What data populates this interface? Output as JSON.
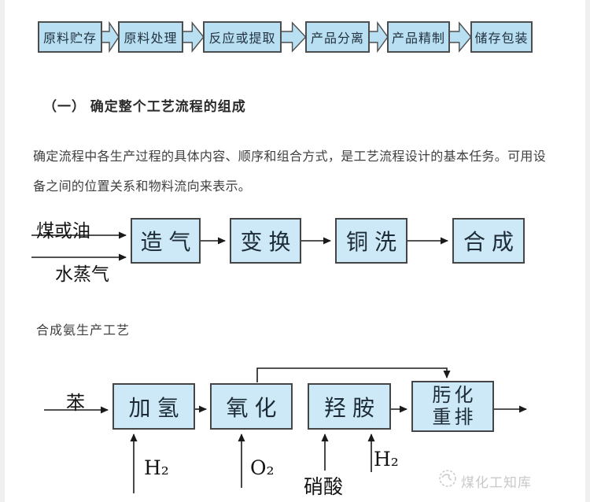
{
  "document": {
    "heading": "（一） 确定整个工艺流程的组成",
    "paragraph": "确定流程中各生产过程的具体内容、顺序和组合方式，是工艺流程设计的基本任务。可用设\n备之间的位置关系和物料流向来表示。",
    "diagram1_caption": "合成氨生产工艺"
  },
  "colors": {
    "top_box_fill": "#b9e0f2",
    "diagram_box_fill": "#cde9f7",
    "box_border": "#4d4d4d",
    "arrow_line": "#1a1a1a",
    "watermark_gray": "#c9c9c9"
  },
  "top_flowchart": {
    "steps": [
      {
        "label": "原料贮存"
      },
      {
        "label": "原料处理"
      },
      {
        "label": "反应或提取"
      },
      {
        "label": "产品分离"
      },
      {
        "label": "产品精制"
      },
      {
        "label": "储存包装"
      }
    ]
  },
  "ammonia_diagram": {
    "input1": "煤或油",
    "input2": "水蒸气",
    "steps": [
      {
        "label": "造气"
      },
      {
        "label": "变换"
      },
      {
        "label": "铜洗"
      },
      {
        "label": "合成"
      }
    ]
  },
  "caprolactam_diagram": {
    "input": "苯",
    "step1": "加氢",
    "step2": "氧化",
    "step3": "羟胺",
    "step4_line1": "肟化",
    "step4_line2": "重排",
    "h2_left": "H₂",
    "o2": "O₂",
    "nitric_acid": "硝酸",
    "h2_right": "H₂"
  },
  "watermark": {
    "text": "煤化工知库"
  }
}
